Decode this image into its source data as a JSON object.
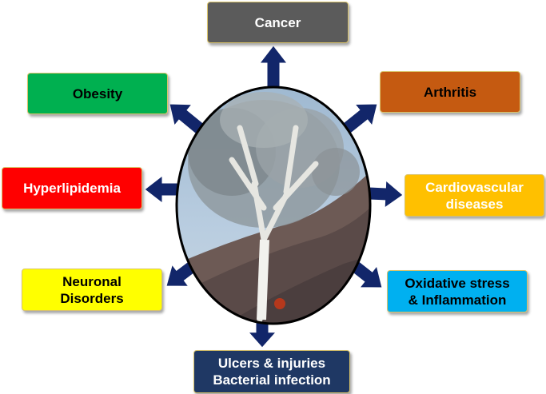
{
  "colors": {
    "arrow": "#12266a",
    "ellipse_border": "#000000"
  },
  "center": {
    "image": "tree-photo",
    "icon": "tree-icon"
  },
  "boxes": [
    {
      "id": "cancer",
      "label": "Cancer",
      "bg": "#5b5b5b",
      "fg": "#ffffff"
    },
    {
      "id": "arthritis",
      "label": "Arthritis",
      "bg": "#c55a11",
      "fg": "#000000"
    },
    {
      "id": "obesity",
      "label": "Obesity",
      "bg": "#00b050",
      "fg": "#000000"
    },
    {
      "id": "hyperlipidemia",
      "label": "Hyperlipidemia",
      "bg": "#ff0000",
      "fg": "#ffffff"
    },
    {
      "id": "cardiovascular",
      "label": "Cardiovascular\ndiseases",
      "bg": "#ffc000",
      "fg": "#ffffff"
    },
    {
      "id": "neuronal",
      "label": "Neuronal\nDisorders",
      "bg": "#ffff00",
      "fg": "#000000"
    },
    {
      "id": "oxidative",
      "label": "Oxidative stress\n& Inflammation",
      "bg": "#00b0f0",
      "fg": "#000000"
    },
    {
      "id": "ulcers",
      "label": "Ulcers & injuries\nBacterial infection",
      "bg": "#1f3864",
      "fg": "#ffffff"
    }
  ]
}
